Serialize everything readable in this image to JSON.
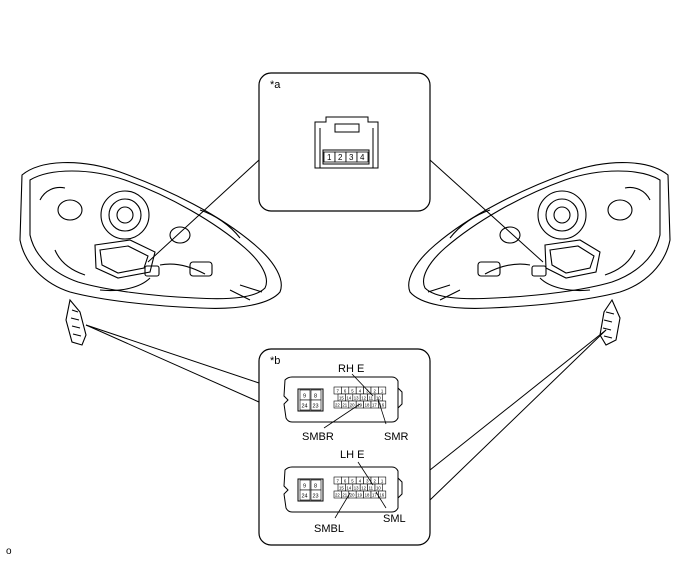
{
  "callouts": {
    "a": {
      "label": "*a",
      "pins": [
        "1",
        "2",
        "3",
        "4"
      ]
    },
    "b": {
      "label": "*b",
      "right_connector": {
        "labels": {
          "top": "RH E",
          "left": "SMBR",
          "right": "SMR"
        }
      },
      "left_connector": {
        "labels": {
          "top": "LH E",
          "left": "SMBL",
          "right": "SML"
        }
      },
      "pins": {
        "big_row1": [
          "9",
          "8"
        ],
        "big_row2": [
          "24",
          "23"
        ],
        "row1": [
          "7",
          "6",
          "5",
          "4",
          "3",
          "2",
          "1"
        ],
        "row2": [
          "15",
          "14",
          "13",
          "12",
          "11",
          "10"
        ],
        "row3": [
          "22",
          "21",
          "20",
          "19",
          "18",
          "17",
          "16"
        ]
      }
    }
  },
  "footer": {
    "code": "o"
  },
  "colors": {
    "line": "#000000",
    "background": "#ffffff"
  }
}
